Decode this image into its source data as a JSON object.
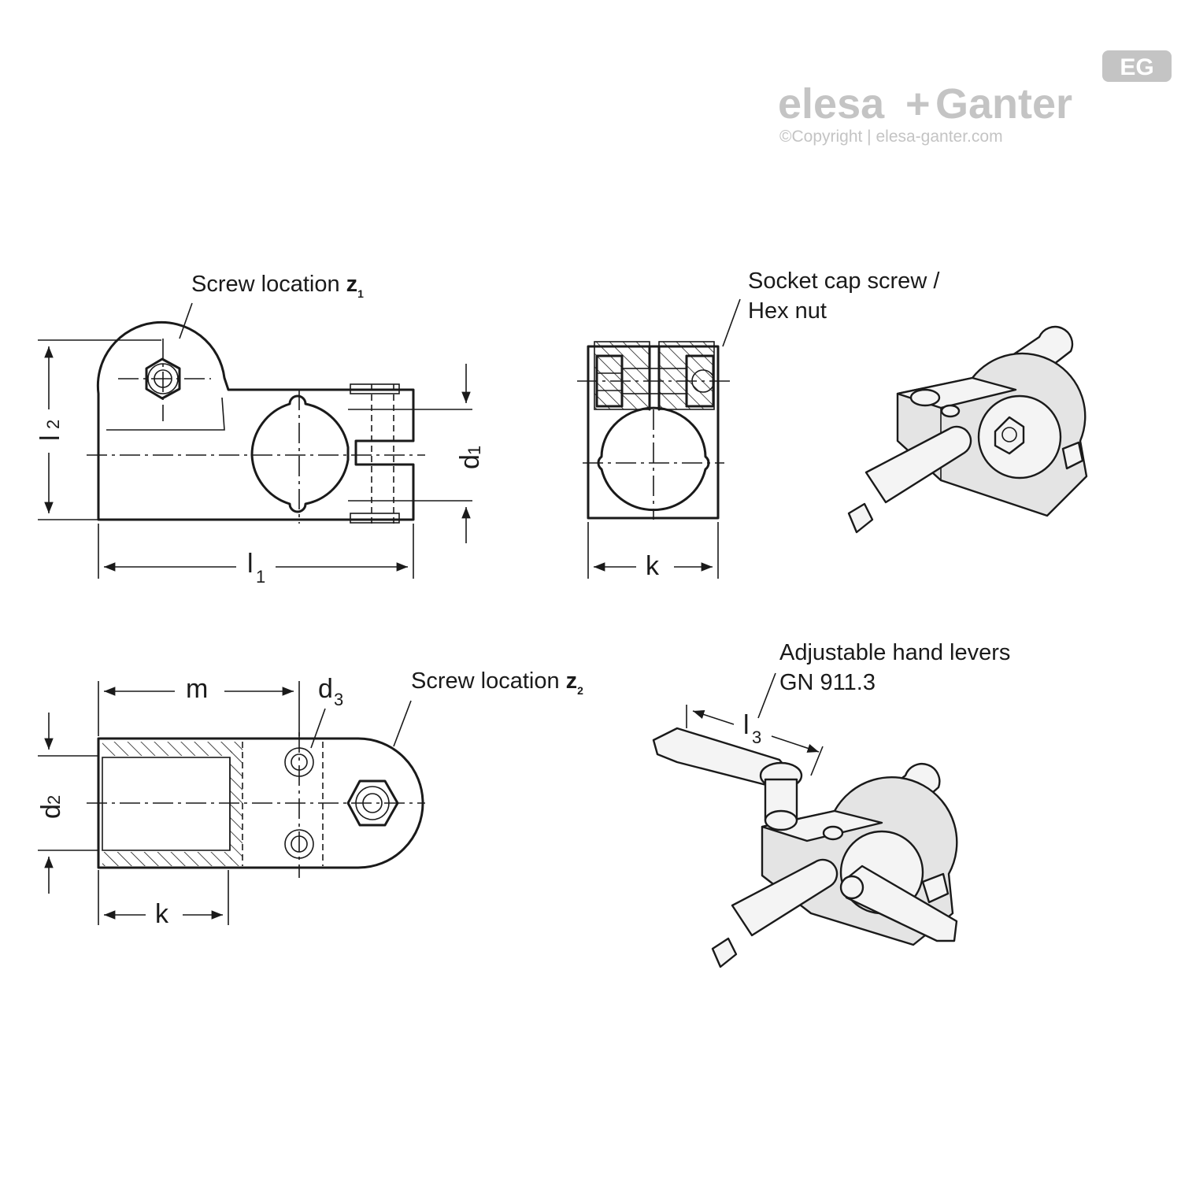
{
  "brand": {
    "logo_left": "elesa",
    "logo_plus": "+",
    "logo_right": "Ganter",
    "badge": "EG",
    "copyright": "©Copyright | elesa-ganter.com"
  },
  "labels": {
    "screw_z1": "Screw location ",
    "screw_z1_var": "z",
    "screw_z1_sub": "1",
    "socket_line1": "Socket cap screw /",
    "socket_line2": "Hex nut",
    "screw_z2": "Screw location ",
    "screw_z2_var": "z",
    "screw_z2_sub": "2",
    "levers_line1": "Adjustable hand levers",
    "levers_line2": "GN 911.3"
  },
  "dimensions": {
    "l1": "l",
    "l1_sub": "1",
    "l2": "l",
    "l2_sub": "2",
    "l3": "l",
    "l3_sub": "3",
    "d1": "d",
    "d1_sub": "1",
    "d2": "d",
    "d2_sub": "2",
    "d3": "d",
    "d3_sub": "3",
    "k_front": "k",
    "k_bottom": "k",
    "m": "m"
  },
  "colors": {
    "line": "#1a1a1a",
    "logo_grey": "#c4c4c4",
    "part_fill": "#e4e4e4"
  }
}
